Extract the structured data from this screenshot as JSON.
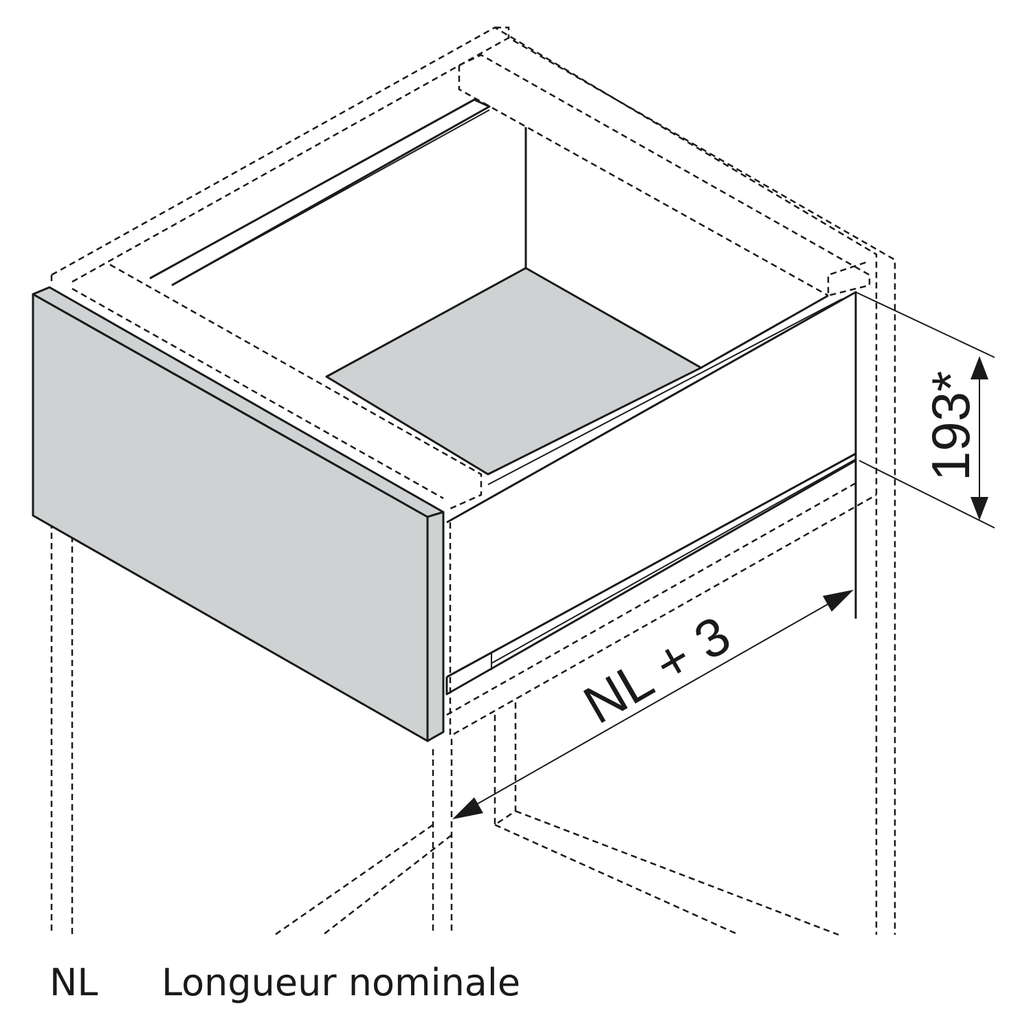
{
  "diagram": {
    "dimension_height": "193*",
    "dimension_length": "NL + 3",
    "panel_color": "#cfd2d3"
  },
  "legend": {
    "abbreviation": "NL",
    "description": "Longueur nominale"
  }
}
